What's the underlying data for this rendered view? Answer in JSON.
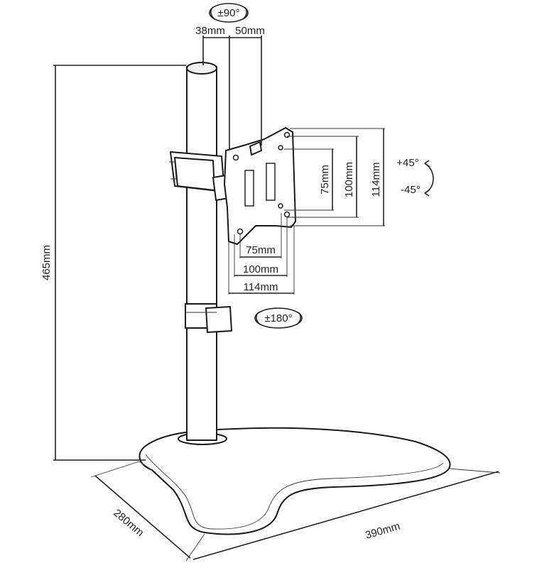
{
  "diagram": {
    "rotation_tilt": "±90°",
    "rotation_swivel": "±180°",
    "tilt_up": "+45°",
    "tilt_down": "-45°",
    "pole_offset_a": "38mm",
    "pole_offset_b": "50mm",
    "height": "465mm",
    "base_depth": "280mm",
    "base_width": "390mm",
    "vesa_v_75": "75mm",
    "vesa_v_100": "100mm",
    "vesa_v_114": "114mm",
    "vesa_h_75": "75mm",
    "vesa_h_100": "100mm",
    "vesa_h_114": "114mm"
  }
}
